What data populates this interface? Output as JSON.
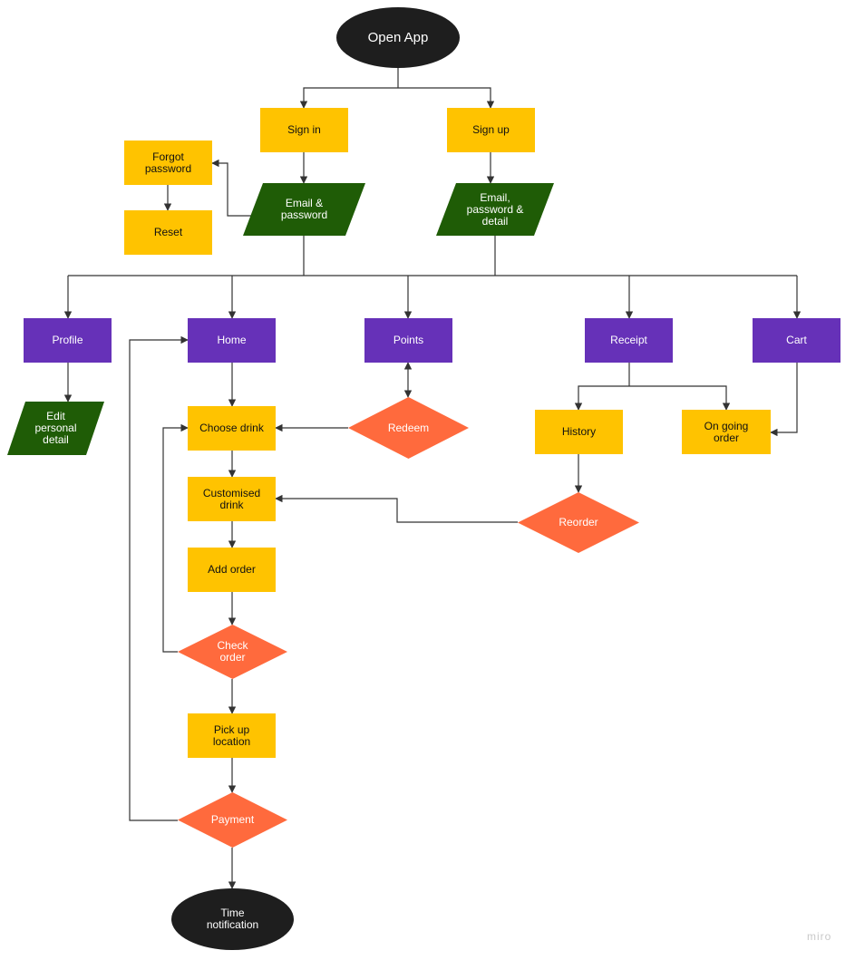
{
  "colors": {
    "terminal": "#1e1e1e",
    "process": "#ffc300",
    "page": "#6631b8",
    "io": "#1f5c06",
    "decision": "#ff6a3d",
    "line": "#333333"
  },
  "nodes": {
    "open_app": "Open App",
    "sign_in": "Sign in",
    "sign_up": "Sign up",
    "forgot_password": "Forgot\npassword",
    "reset": "Reset",
    "email_password": "Email &\npassword",
    "email_password_detail": "Email,\npassword  &\ndetail",
    "profile": "Profile",
    "home": "Home",
    "points": "Points",
    "receipt": "Receipt",
    "cart": "Cart",
    "edit_personal_detail": "Edit\npersonal\ndetail",
    "choose_drink": "Choose drink",
    "redeem": "Redeem",
    "history": "History",
    "on_going_order": "On going\norder",
    "customised_drink": "Customised\ndrink",
    "reorder": "Reorder",
    "add_order": "Add order",
    "check_order": "Check\norder",
    "pick_up_location": "Pick up\nlocation",
    "payment": "Payment",
    "time_notification": "Time\nnotification"
  },
  "watermark": "miro"
}
